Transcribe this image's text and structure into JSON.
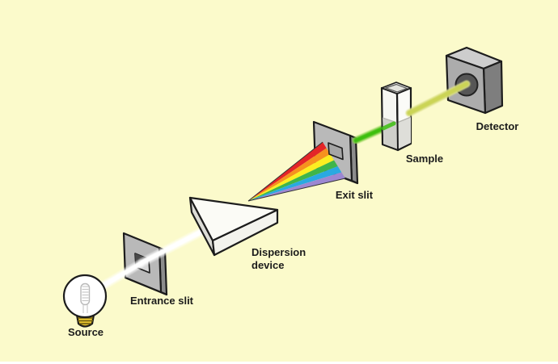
{
  "labels": {
    "source": "Source",
    "entrance_slit": "Entrance slit",
    "dispersion_device_line1": "Dispersion",
    "dispersion_device_line2": "device",
    "exit_slit": "Exit slit",
    "sample": "Sample",
    "detector": "Detector"
  },
  "colors": {
    "background": "#FBFACB",
    "bottom_strip": "#FFFFFF",
    "plate_front": "#B9B9B9",
    "plate_side": "#8C8C8C",
    "plate_hole": "#D6D6D6",
    "plate_hole_shadow": "#4A4A4A",
    "exit_slit_bump": "#A6A6A6",
    "prism_top": "#FBFBF6",
    "prism_left": "#DCDCD6",
    "prism_right": "#F3F3ED",
    "detector_front": "#ACACAC",
    "detector_top": "#CDCDCD",
    "detector_side": "#7E7E7E",
    "detector_hole": "#565656",
    "cuvette_wall": "#F6F6F2",
    "cuvette_wall_right": "#FBFBF8",
    "cuvette_rim": "#F2F2EE",
    "cuvette_rim_inner": "#E4E4DE",
    "cuvette_liquid_left": "#CFCFCA",
    "cuvette_liquid_right": "#DEDED9",
    "bulb_glass": "#FFFFFF",
    "bulb_base": "#E9C62F",
    "beam_white": "#FFFFFF",
    "beam_green": "#3DBF10",
    "beam_green_glow": "#8ED44E",
    "beam_yellow": "#CBD455",
    "beam_yellow_glow": "#DDE289"
  },
  "rainbow": {
    "band_colors": [
      "#E42528",
      "#F6921E",
      "#FCEE21",
      "#3FB549",
      "#29A9E1",
      "#9C87D2"
    ]
  }
}
